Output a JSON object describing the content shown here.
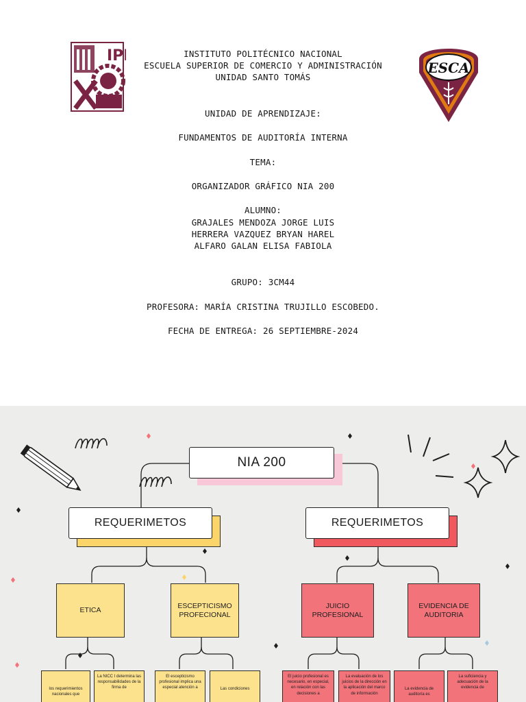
{
  "cover": {
    "institution_lines": [
      "INSTITUTO POLITÉCNICO NACIONAL",
      "ESCUELA SUPERIOR DE COMERCIO Y ADMINISTRACIÓN",
      "UNIDAD SANTO TOMÁS"
    ],
    "unit_label": "UNIDAD DE APRENDIZAJE:",
    "unit_value": "FUNDAMENTOS DE AUDITORÍA INTERNA",
    "topic_label": "TEMA:",
    "topic_value": "ORGANIZADOR GRÁFICO NIA 200",
    "students_label": "ALUMNO:",
    "students": [
      "GRAJALES MENDOZA JORGE LUIS",
      "HERRERA VAZQUEZ BRYAN HAREL",
      "ALFARO GALAN ELISA FABIOLA"
    ],
    "group": "GRUPO: 3CM44",
    "teacher": "PROFESORA: MARÍA CRISTINA TRUJILLO ESCOBEDO.",
    "due_date": "FECHA DE ENTREGA: 26 SEPTIEMBRE-2024",
    "logo_left": {
      "icon": "ipn-logo-icon",
      "text": "IPN",
      "color": "#7a2342"
    },
    "logo_right": {
      "icon": "esca-shield-icon",
      "text": "ESCA",
      "color": "#7a2342",
      "accent": "#e07a12"
    }
  },
  "map": {
    "root": "NIA 200",
    "left_branch": "REQUERIMETOS",
    "right_branch": "REQUERIMETOS",
    "nodes": {
      "etica": "ETICA",
      "escepticismo": "ESCEPTICISMO PROFECIONAL",
      "juicio": "JUICIO PROFESIONAL",
      "evidencia": "EVIDENCIA DE AUDITORIA"
    },
    "leaves": {
      "etica_1": "los requerimientos nacionales que",
      "etica_2": "La NICC I determina las responsabilidades de la firma de",
      "esc_1": "El escepticismo profesional implica una especial atención a",
      "esc_2": "Las condiciones",
      "juicio_1": "El juicio profesional es necesario, en especial, en relación con las decisiones a",
      "juicio_2": "La evaluación de los juicios de la dirección en la aplicación del marco de información",
      "evid_1": "La evidencia de auditoría es",
      "evid_2": "La suficiencia y adecuación de la evidencia de"
    },
    "colors": {
      "background": "#ededeb",
      "yellow": "#fde28e",
      "red": "#f2737a",
      "pink_shadow": "#f9c8d8",
      "yellow_shadow": "#fcd56a",
      "red_shadow": "#f05a5e"
    }
  }
}
